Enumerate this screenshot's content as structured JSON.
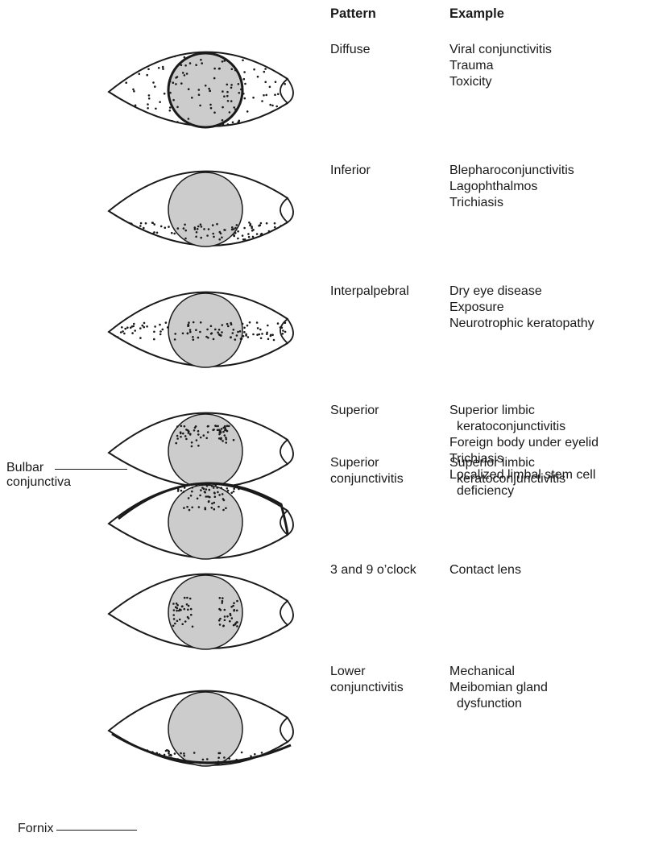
{
  "headers": {
    "pattern": "Pattern",
    "example": "Example"
  },
  "rows": [
    {
      "pattern": [
        "Diffuse"
      ],
      "examples": [
        {
          "text": "Viral conjunctivitis",
          "cont": false
        },
        {
          "text": "Trauma",
          "cont": false
        },
        {
          "text": "Toxicity",
          "cont": false
        }
      ]
    },
    {
      "pattern": [
        "Inferior"
      ],
      "examples": [
        {
          "text": "Blepharoconjunctivitis",
          "cont": false
        },
        {
          "text": "Lagophthalmos",
          "cont": false
        },
        {
          "text": "Trichiasis",
          "cont": false
        }
      ]
    },
    {
      "pattern": [
        "Interpalpebral"
      ],
      "examples": [
        {
          "text": "Dry eye disease",
          "cont": false
        },
        {
          "text": "Exposure",
          "cont": false
        },
        {
          "text": "Neurotrophic keratopathy",
          "cont": false
        }
      ]
    },
    {
      "pattern": [
        "Superior"
      ],
      "examples": [
        {
          "text": "Superior limbic",
          "cont": false
        },
        {
          "text": "keratoconjunctivitis",
          "cont": true
        },
        {
          "text": "Foreign body under eyelid",
          "cont": false
        },
        {
          "text": "Trichiasis",
          "cont": false
        },
        {
          "text": "Localized limbal stem cell",
          "cont": false
        },
        {
          "text": "deficiency",
          "cont": true
        }
      ]
    },
    {
      "pattern": [
        "Superior",
        "conjunctivitis"
      ],
      "examples": [
        {
          "text": "Superior limbic",
          "cont": false
        },
        {
          "text": "keratoconjunctivitis",
          "cont": true
        }
      ]
    },
    {
      "pattern": [
        "3 and 9 o’clock"
      ],
      "examples": [
        {
          "text": "Contact lens",
          "cont": false
        }
      ]
    },
    {
      "pattern": [
        "Lower",
        "conjunctivitis"
      ],
      "examples": [
        {
          "text": "Mechanical",
          "cont": false
        },
        {
          "text": "Meibomian gland",
          "cont": false
        },
        {
          "text": "dysfunction",
          "cont": true
        }
      ]
    }
  ],
  "side_labels": {
    "bulbar": [
      "Bulbar",
      "conjunctiva"
    ],
    "fornix": "Fornix"
  },
  "colors": {
    "cornea": "#cccccc",
    "ink": "#1a1a1a"
  }
}
